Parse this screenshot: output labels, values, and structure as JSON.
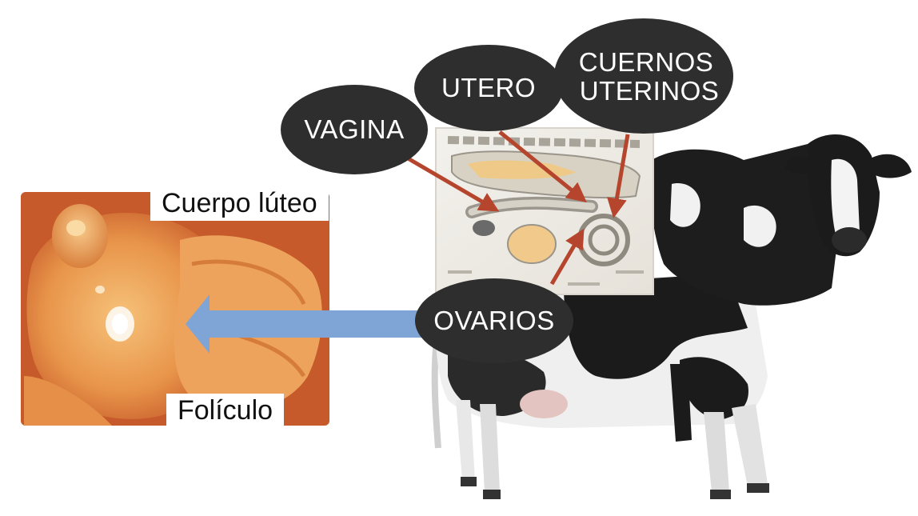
{
  "labels": {
    "vagina": "VAGINA",
    "utero": "UTERO",
    "cuernos_line1": "CUERNOS",
    "cuernos_line2": "UTERINOS",
    "ovarios": "OVARIOS",
    "cuerpo_luteo": "Cuerpo lúteo",
    "foliculo": "Folículo"
  },
  "colors": {
    "oval_fill": "#2e2e2e",
    "arrow_blue": "#7ea5d6",
    "pointer_red": "#b5452c",
    "ovary_bg": "#c65a2a",
    "ovary_tissue": "#f0a860",
    "cow_black": "#1b1b1b",
    "cow_white": "#f2f2f2"
  },
  "icons": {
    "cow": "cow-illustration",
    "ovary_photo": "ovary-photo",
    "anatomy_inset": "reproductive-tract-diagram"
  }
}
